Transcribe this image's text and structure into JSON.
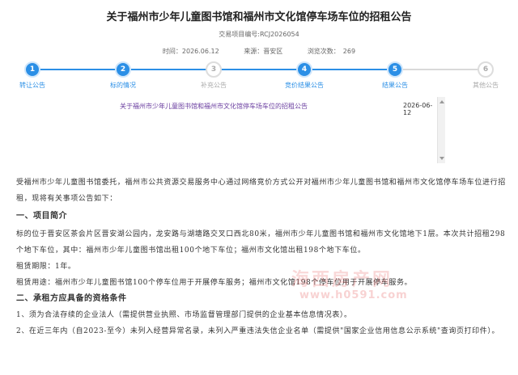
{
  "page": {
    "title": "关于福州市少年儿童图书馆和福州市文化馆停车场车位的招租公告",
    "project_no": "交易项目编号:RCJ2026054",
    "meta": {
      "time": "时间：2026.06.12",
      "source": "来源：晋安区",
      "views": "浏览次数：　269"
    }
  },
  "steps": [
    {
      "num": "1",
      "label": "转让公告",
      "active": true
    },
    {
      "num": "2",
      "label": "标的情况",
      "active": true
    },
    {
      "num": "3",
      "label": "补充公告",
      "active": false
    },
    {
      "num": "4",
      "label": "竞价结果公告",
      "active": true
    },
    {
      "num": "5",
      "label": "结果公告",
      "active": true
    },
    {
      "num": "6",
      "label": "其他公告",
      "active": false
    }
  ],
  "announcement": {
    "title": "关于福州市少年儿童图书馆和福州市文化馆停车场车位的招租公告",
    "date": "2026-06-12"
  },
  "content": {
    "intro": "受福州市少年儿童图书馆委托，福州市公共资源交易服务中心通过网络竞价方式公开对福州市少年儿童图书馆和福州市文化馆停车场车位进行招租，现将有关事项公告如下：",
    "h1": "一、项目简介",
    "p1": "标的位于晋安区茶会片区晋安湖公园内，龙安路与湖塘路交叉口西北80米，福州市少年儿童图书馆和福州市文化馆地下1层。本次共计招租298个地下车位，其中：福州市少年儿童图书馆出租100个地下车位；福州市文化馆出租198个地下车位。",
    "p2": "租赁期限：1年。",
    "p3": "租赁用途：福州市少年儿童图书馆100个停车位用于开展停车服务；福州市文化馆198个停车位用于开展停车服务。",
    "h2": "二、承租方应具备的资格条件",
    "p4": "1、须为合法存续的企业法人（需提供营业执照、市场监督管理部门提供的企业基本信息情况表）。",
    "p5": "2、在近三年内（自2023-至今）未列入经营异常名录，未列入严重违法失信企业名单（需提供\"国家企业信用信息公示系统\"查询页打印件）。"
  },
  "watermark": {
    "logo": "海西房产网",
    "url": "www.h0591.com"
  },
  "colors": {
    "accent": "#2b8fe6",
    "inactive": "#aaaaaa",
    "announcement_title": "#6b3fa0"
  }
}
